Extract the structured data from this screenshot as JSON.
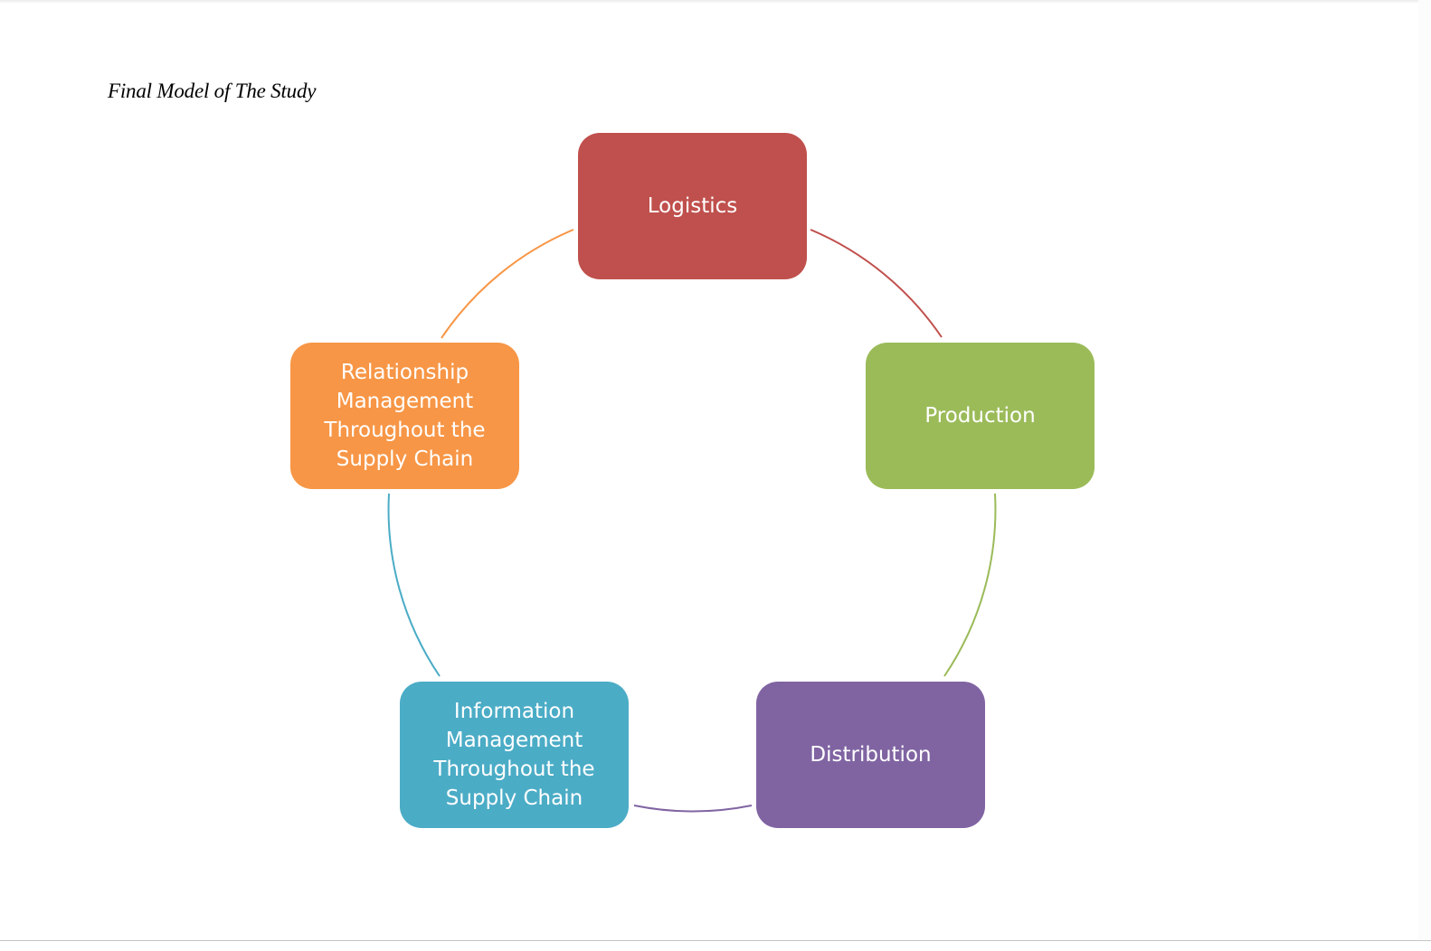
{
  "caption": "Final Model of The Study",
  "diagram": {
    "type": "cycle",
    "nodes": [
      {
        "id": "logistics",
        "label": "Logistics",
        "color": "#C0504D"
      },
      {
        "id": "production",
        "label": "Production",
        "color": "#9BBB59"
      },
      {
        "id": "distribution",
        "label": "Distribution",
        "color": "#8064A2"
      },
      {
        "id": "information-management",
        "label": "Information\nManagement\nThroughout the\nSupply Chain",
        "color": "#4BACC6"
      },
      {
        "id": "relationship-management",
        "label": "Relationship\nManagement\nThroughout the\nSupply Chain",
        "color": "#F79646"
      }
    ],
    "edges": [
      {
        "from": "logistics",
        "to": "production",
        "color": "#C0504D"
      },
      {
        "from": "production",
        "to": "distribution",
        "color": "#9BBB59"
      },
      {
        "from": "distribution",
        "to": "information-management",
        "color": "#8064A2"
      },
      {
        "from": "information-management",
        "to": "relationship-management",
        "color": "#4BACC6"
      },
      {
        "from": "relationship-management",
        "to": "logistics",
        "color": "#F79646"
      }
    ]
  }
}
